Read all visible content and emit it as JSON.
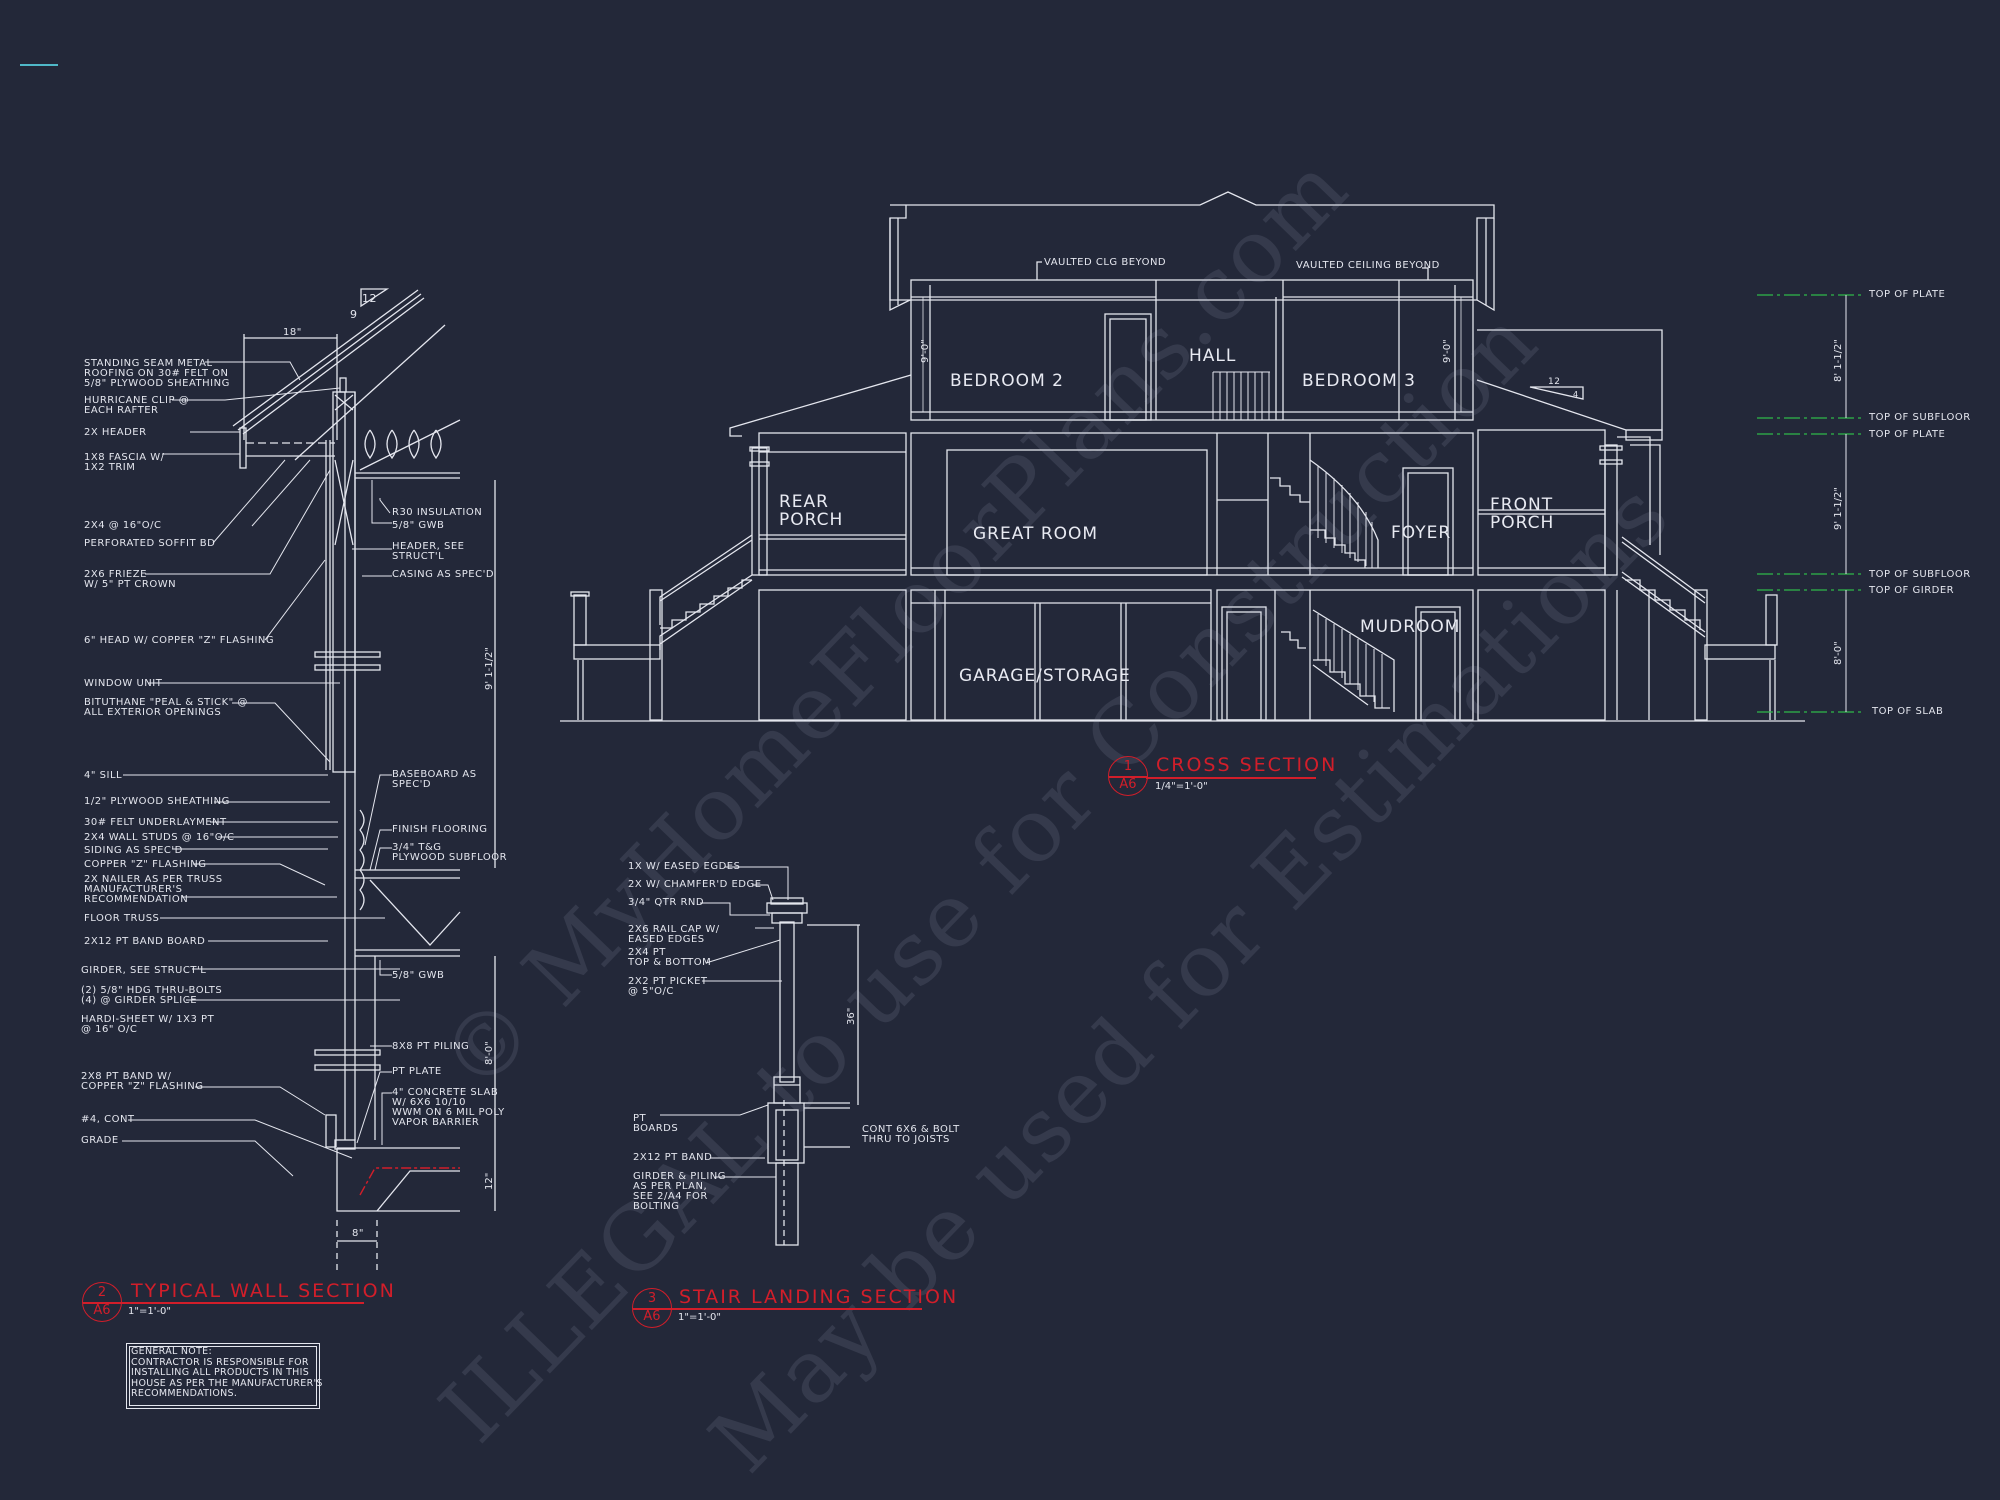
{
  "sheet": {
    "background": "#232839",
    "line_color": "#e4e6ee",
    "title_color": "#d21e2a",
    "level_line_color": "#2fb84a",
    "accent_mark_color": "#4fb8c8"
  },
  "watermark": {
    "line1": "© MyHomeFloorPlans.com",
    "line2": "ILLEGAL to use for Construction",
    "line3": "May be used for Estimations"
  },
  "details": [
    {
      "id": "cross-section",
      "number": "1",
      "sheet": "A6",
      "title": "CROSS SECTION",
      "scale": "1/4\"=1'-0\""
    },
    {
      "id": "wall-section",
      "number": "2",
      "sheet": "A6",
      "title": "TYPICAL WALL SECTION",
      "scale": "1\"=1'-0\""
    },
    {
      "id": "stair-landing",
      "number": "3",
      "sheet": "A6",
      "title": "STAIR LANDING SECTION",
      "scale": "1\"=1'-0\""
    }
  ],
  "cross_section": {
    "rooms": {
      "bedroom2": "BEDROOM 2",
      "hall": "HALL",
      "bedroom3": "BEDROOM 3",
      "rear_porch": "REAR\nPORCH",
      "great_room": "GREAT ROOM",
      "foyer": "FOYER",
      "front_porch": "FRONT\nPORCH",
      "garage": "GARAGE/STORAGE",
      "mudroom": "MUDROOM"
    },
    "notes": {
      "vaulted_left": "VAULTED CLG BEYOND",
      "vaulted_right": "VAULTED CEILING BEYOND"
    },
    "ceiling_dims": {
      "left": "9'-0\"",
      "right": "9'-0\""
    },
    "porch_roof_pitch": {
      "rise": "4",
      "run": "12"
    },
    "levels": [
      {
        "label": "TOP OF PLATE"
      },
      {
        "label": "TOP OF SUBFLOOR"
      },
      {
        "label": "TOP OF PLATE"
      },
      {
        "label": "TOP OF SUBFLOOR"
      },
      {
        "label": "TOP OF GIRDER"
      },
      {
        "label": "TOP OF SLAB"
      }
    ],
    "level_dims": {
      "upper": "8' 1-1/2\"",
      "main": "9' 1-1/2\"",
      "ground": "8'-0\""
    }
  },
  "wall_section": {
    "roof_pitch": {
      "rise": "9",
      "run": "12"
    },
    "overhang": "18\"",
    "callouts_left": [
      "STANDING SEAM METAL\nROOFING ON 30# FELT ON\n5/8\" PLYWOOD SHEATHING",
      "HURRICANE CLIP @\nEACH RAFTER",
      "2x HEADER",
      "1x8 FASCIA W/\n1x2 TRIM",
      "2x4 @ 16\"o/c",
      "PERFORATED SOFFIT BD",
      "2x6 FRIEZE\nW/ 5\" PT CROWN",
      "6\" HEAD W/ COPPER \"Z\" FLASHING",
      "WINDOW UNIT",
      "BITUTHANE \"PEAL & STICK\" @\nALL EXTERIOR OPENINGS",
      "4\" SILL",
      "1/2\" PLYWOOD SHEATHING",
      "30# FELT UNDERLAYMENT",
      "2x4 WALL STUDS @ 16\"o/c",
      "SIDING AS SPEC'D",
      "COPPER \"Z\" FLASHING",
      "2x NAILER AS PER TRUSS\nMANUFACTURER'S\nRECOMMENDATION",
      "FLOOR TRUSS",
      "2x12 PT BAND BOARD",
      "GIRDER, SEE STRUCT'L",
      "(2) 5/8\" HDG THRU-BOLTS\n(4) @ GIRDER SPLICE",
      "HARDI-SHEET W/ 1x3 PT\n@ 16\" o/c",
      "2x8 PT BAND W/\nCOPPER \"Z\" FLASHING",
      "#4, CONT",
      "GRADE"
    ],
    "callouts_right": [
      "R30 INSULATION",
      "5/8\" GWB",
      "HEADER, SEE\nSTRUCT'L",
      "CASING AS SPEC'D",
      "BASEBOARD AS\nSPEC'D",
      "FINISH FLOORING",
      "3/4\" T&G\nPLYWOOD SUBFLOOR",
      "5/8\" GWB",
      "8x8 PT PILING",
      "PT PLATE",
      "4\" CONCRETE SLAB\nW/ 6x6 10/10\nWWM ON 6 MIL POLY\nVAPOR BARRIER"
    ],
    "dims": {
      "wall_height": "9' 1-1/2\"",
      "ground_height": "8'-0\"",
      "footing_depth": "12\"",
      "footing_width": "8\""
    }
  },
  "stair_landing": {
    "callouts_left": [
      "1x W/ EASED EGDES",
      "2x W/ CHAMFER'D EDGE",
      "3/4\" QTR RND",
      "2x6 RAIL CAP W/\nEASED EDGES",
      "2x4 PT\nTOP & BOTTOM",
      "2x2 PT PICKET\n@ 5\"o/c",
      "PT\nBOARDS",
      "2x12 PT BAND",
      "GIRDER & PILING\nAS PER PLAN,\nSEE 2/A4 FOR\nBOLTING"
    ],
    "callouts_right": [
      "CONT 6x6 & BOLT\nTHRU TO JOISTS"
    ],
    "dims": {
      "rail_height": "36\""
    }
  },
  "general_note": "GENERAL NOTE:\nCONTRACTOR IS RESPONSIBLE FOR\nINSTALLING ALL PRODUCTS IN THIS\nHOUSE AS PER THE MANUFACTURER'S\nRECOMMENDATIONS."
}
